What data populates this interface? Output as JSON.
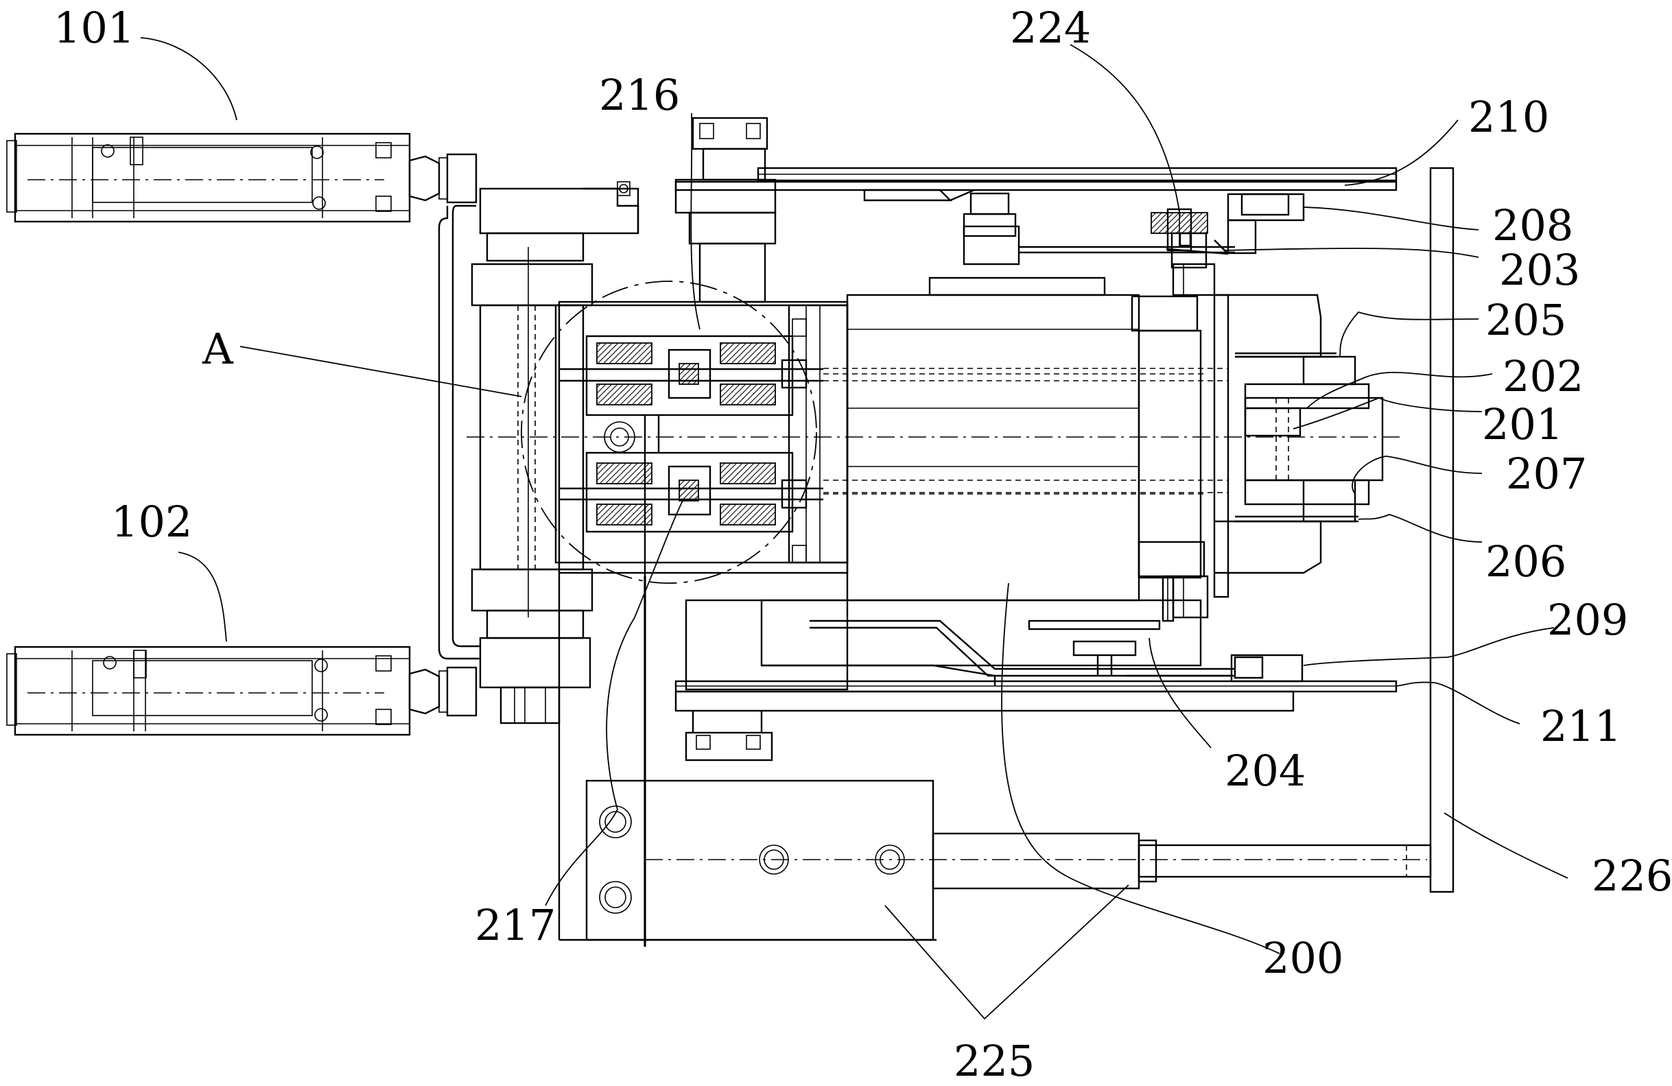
{
  "diagram": {
    "callouts": [
      {
        "id": "c101",
        "text": "101"
      },
      {
        "id": "c102",
        "text": "102"
      },
      {
        "id": "c224",
        "text": "224"
      },
      {
        "id": "c216",
        "text": "216"
      },
      {
        "id": "c210",
        "text": "210"
      },
      {
        "id": "c208",
        "text": "208"
      },
      {
        "id": "c203",
        "text": "203"
      },
      {
        "id": "c205",
        "text": "205"
      },
      {
        "id": "c202",
        "text": "202"
      },
      {
        "id": "c201",
        "text": "201"
      },
      {
        "id": "c207",
        "text": "207"
      },
      {
        "id": "c206",
        "text": "206"
      },
      {
        "id": "c209",
        "text": "209"
      },
      {
        "id": "c211",
        "text": "211"
      },
      {
        "id": "c204",
        "text": "204"
      },
      {
        "id": "c226",
        "text": "226"
      },
      {
        "id": "c200",
        "text": "200"
      },
      {
        "id": "c217",
        "text": "217"
      },
      {
        "id": "c225",
        "text": "225"
      },
      {
        "id": "cA",
        "text": "A"
      }
    ]
  }
}
